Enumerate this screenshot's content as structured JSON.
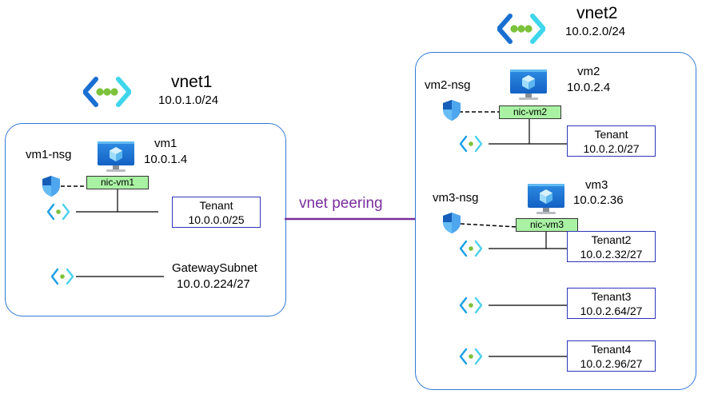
{
  "vnet1": {
    "title": "vnet1",
    "cidr": "10.0.1.0/24",
    "nsg": "vm1-nsg",
    "vm": {
      "name": "vm1",
      "ip": "10.0.1.4",
      "nic": "nic-vm1"
    },
    "subnets": [
      {
        "name": "Tenant",
        "cidr": "10.0.0.0/25"
      },
      {
        "name": "GatewaySubnet",
        "cidr": "10.0.0.224/27"
      }
    ]
  },
  "peering": {
    "label": "vnet peering"
  },
  "vnet2": {
    "title": "vnet2",
    "cidr": "10.0.2.0/24",
    "vm2": {
      "name": "vm2",
      "ip": "10.0.2.4",
      "nic": "nic-vm2",
      "nsg": "vm2-nsg"
    },
    "vm3": {
      "name": "vm3",
      "ip": "10.0.2.36",
      "nic": "nic-vm3",
      "nsg": "vm3-nsg"
    },
    "subnets": [
      {
        "name": "Tenant",
        "cidr": "10.0.2.0/27"
      },
      {
        "name": "Tenant2",
        "cidr": "10.0.2.32/27"
      },
      {
        "name": "Tenant3",
        "cidr": "10.0.2.64/27"
      },
      {
        "name": "Tenant4",
        "cidr": "10.0.2.96/27"
      }
    ]
  },
  "colors": {
    "vnet_border": "#2f7ad6",
    "subnet_border": "#2f35b8",
    "nic_fill": "#a9f2a3",
    "peering_line": "#7a2f9e",
    "icon_blue": "#1b6fd1",
    "icon_cyan": "#3fd6ec",
    "icon_dot_green": "#7cc23a"
  }
}
